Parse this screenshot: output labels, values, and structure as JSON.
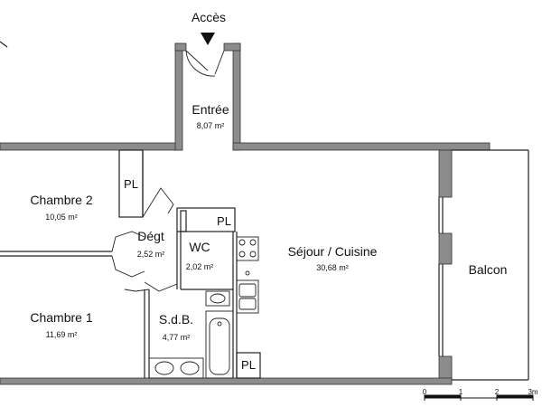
{
  "access": {
    "label": "Accès"
  },
  "rooms": [
    {
      "id": "entree",
      "name": "Entrée",
      "area": "8,07 m²"
    },
    {
      "id": "chambre2",
      "name": "Chambre 2",
      "area": "10,05 m²"
    },
    {
      "id": "degt",
      "name": "Dégt",
      "area": "2,52 m²"
    },
    {
      "id": "wc",
      "name": "WC",
      "area": "2,02 m²"
    },
    {
      "id": "sejour",
      "name": "Séjour / Cuisine",
      "area": "30,68 m²"
    },
    {
      "id": "chambre1",
      "name": "Chambre 1",
      "area": "11,69 m²"
    },
    {
      "id": "sdb",
      "name": "S.d.B.",
      "area": "4,77 m²"
    },
    {
      "id": "balcon",
      "name": "Balcon"
    }
  ],
  "closets": [
    "PL",
    "PL",
    "PL"
  ],
  "scale_bar": {
    "ticks": [
      "0",
      "1",
      "2",
      "3m"
    ]
  },
  "colors": {
    "wall": "#8c8c8c",
    "wall_edge": "#333333",
    "line": "#222222"
  }
}
